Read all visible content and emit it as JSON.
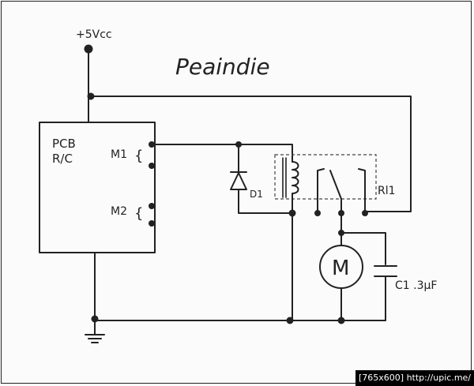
{
  "title": "Peaindie",
  "supply_label": "+5Vcc",
  "pcb_label_1": "PCB",
  "pcb_label_2": "R/C",
  "motor_terminal_1_label": "M1",
  "motor_terminal_2_label": "M2",
  "diode_label": "D1",
  "relay_label": "Rl1",
  "motor_symbol_label": "M",
  "capacitor_label": "C1 .3μF",
  "footer_text": "[765x600] http://upic.me/"
}
